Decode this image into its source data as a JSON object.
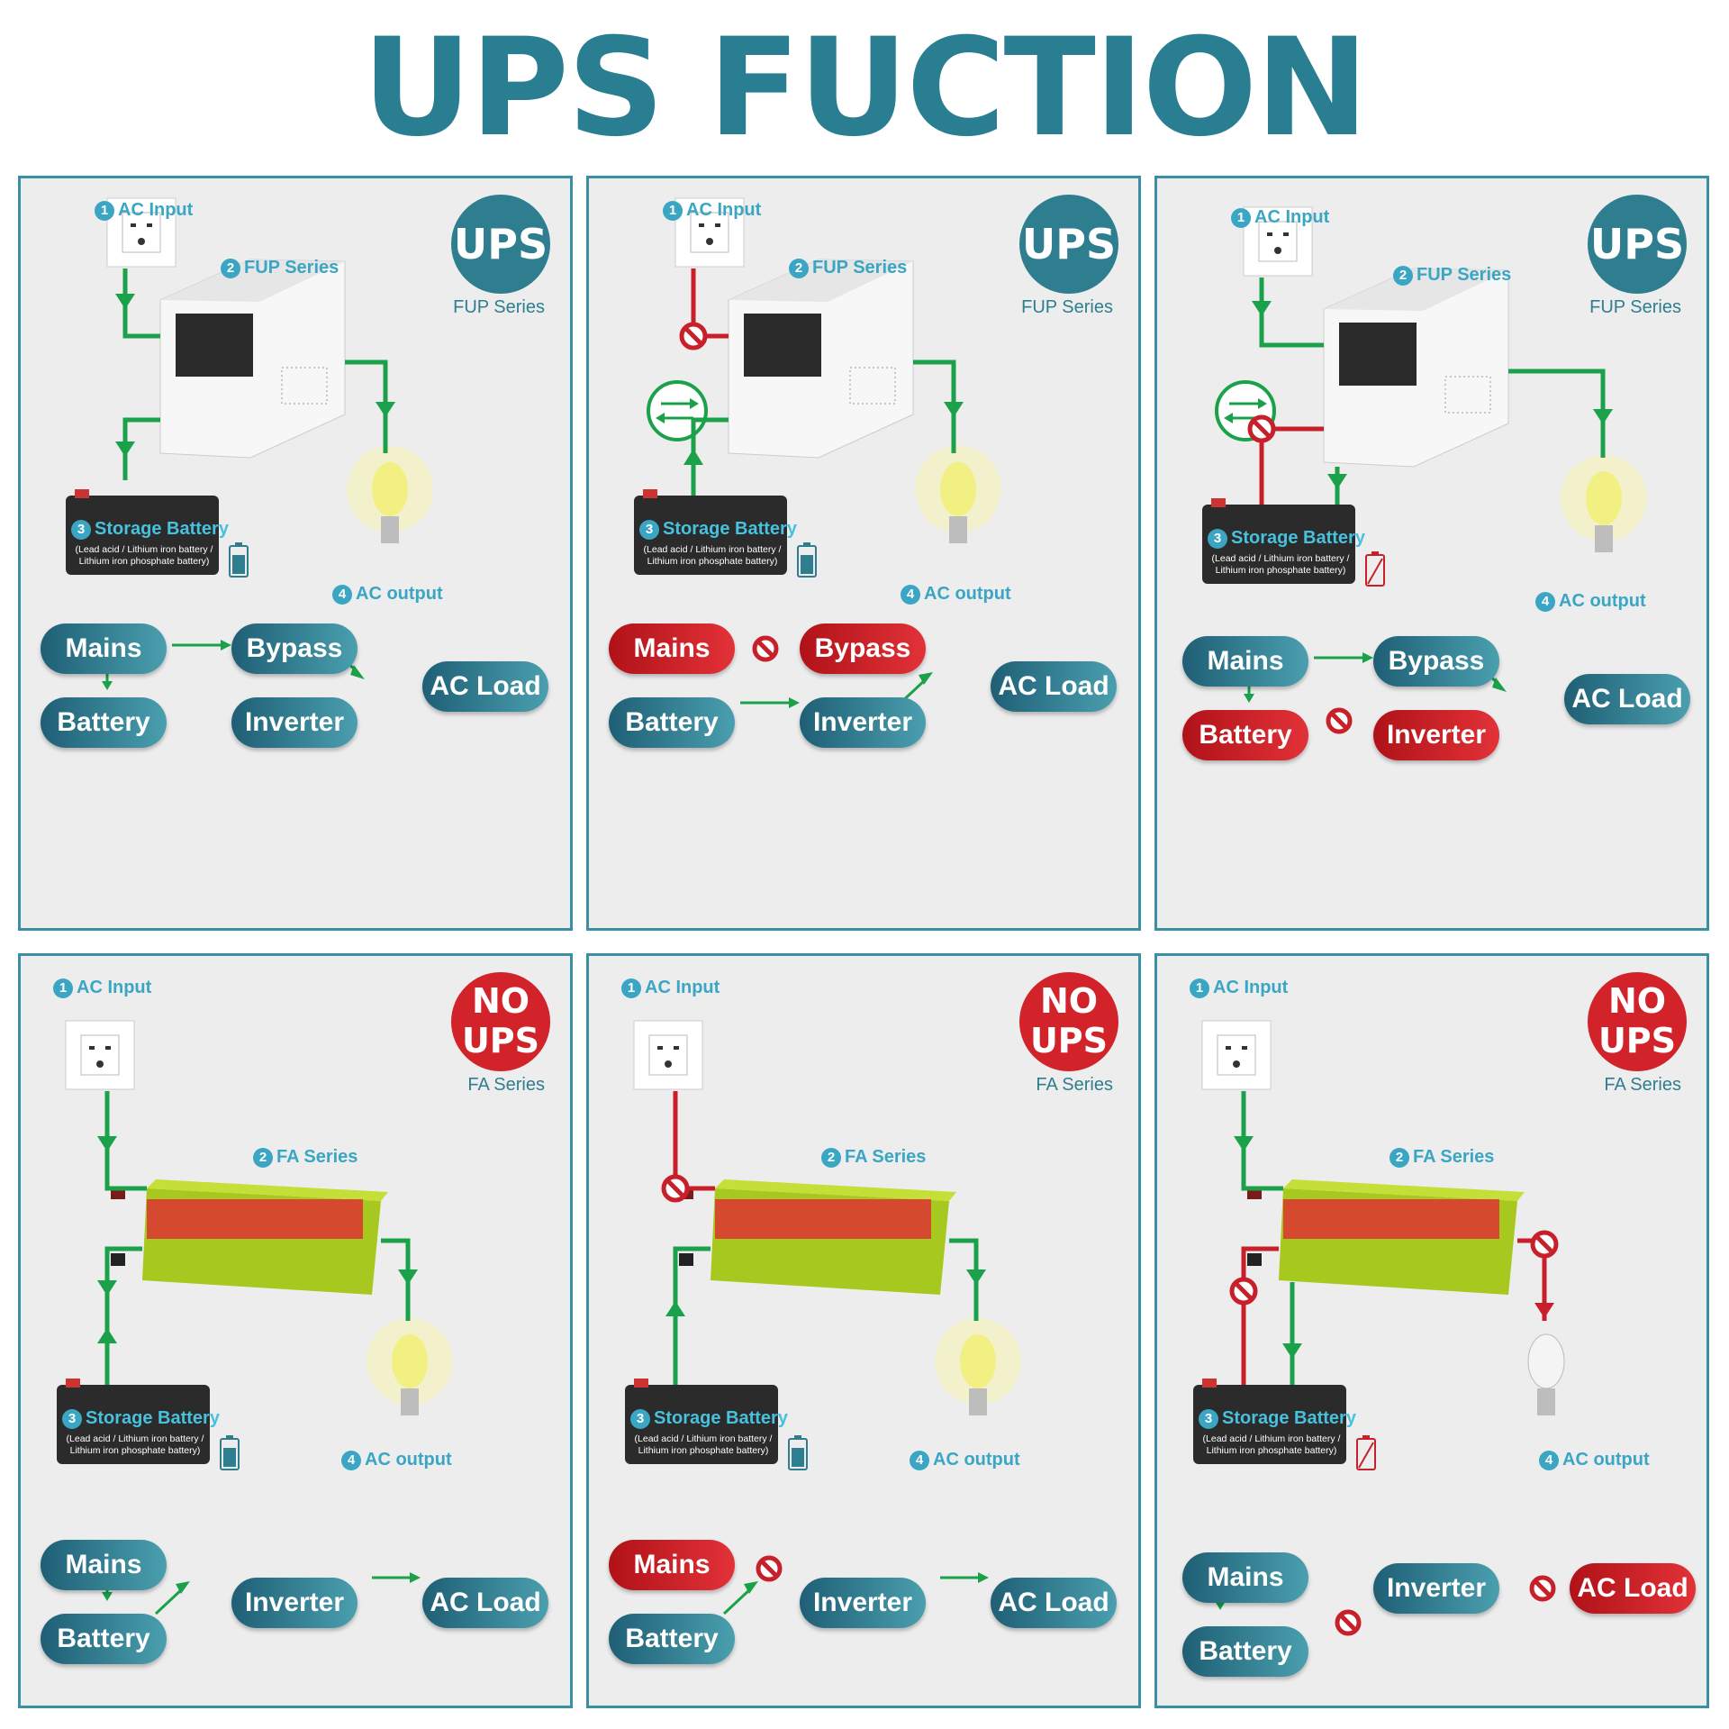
{
  "title": "UPS FUCTION",
  "labels": {
    "ac_input": "AC Input",
    "ac_output": "AC output",
    "storage_battery": "Storage Battery",
    "battery_note": "(Lead acid / Lithium iron battery / Lithium iron phosphate battery)",
    "fup_series": "FUP Series",
    "fa_series": "FA Series",
    "ups_badge": "UPS",
    "no_badge_top": "NO",
    "no_badge_bottom": "UPS",
    "n1": "1",
    "n2": "2",
    "n3": "3",
    "n4": "4"
  },
  "nodes": {
    "mains": "Mains",
    "battery": "Battery",
    "bypass": "Bypass",
    "inverter": "Inverter",
    "ac_load": "AC Load"
  },
  "colors": {
    "flow_on": "#1aa14a",
    "flow_off": "#c8202a",
    "accent": "#2a7e92",
    "text_accent": "#3aa6c4"
  },
  "panels": [
    {
      "type": "UPS",
      "mains": "on",
      "battery": "full",
      "bypass": "active",
      "inverter": "idle"
    },
    {
      "type": "UPS",
      "mains": "off",
      "battery": "full",
      "bypass": "blocked",
      "inverter": "active"
    },
    {
      "type": "UPS",
      "mains": "on",
      "battery": "empty",
      "bypass": "active",
      "inverter": "blocked"
    },
    {
      "type": "NO UPS",
      "mains": "on",
      "battery": "full",
      "inverter": "active"
    },
    {
      "type": "NO UPS",
      "mains": "off",
      "battery": "full",
      "inverter": "active"
    },
    {
      "type": "NO UPS",
      "mains": "on",
      "battery": "empty",
      "inverter": "blocked"
    }
  ]
}
